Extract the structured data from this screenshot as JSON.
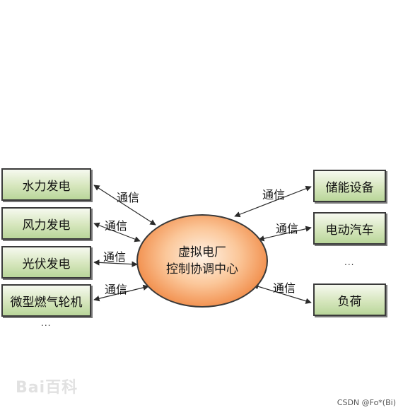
{
  "diagram": {
    "center": {
      "line1": "虚拟电厂",
      "line2": "控制协调中心"
    },
    "left_nodes": [
      "水力发电",
      "风力发电",
      "光伏发电",
      "微型燃气轮机"
    ],
    "right_nodes": [
      "储能设备",
      "电动汽车",
      "负荷"
    ],
    "edge_label": "通信",
    "left_ellipsis": "...",
    "right_ellipsis": "..."
  },
  "watermarks": {
    "baidu": "Bai百科",
    "csdn": "CSDN @Fo*(Bi)"
  },
  "colors": {
    "node_fill": "#c8dea9",
    "center_fill": "#f0853f",
    "border": "#3a3a3a"
  }
}
